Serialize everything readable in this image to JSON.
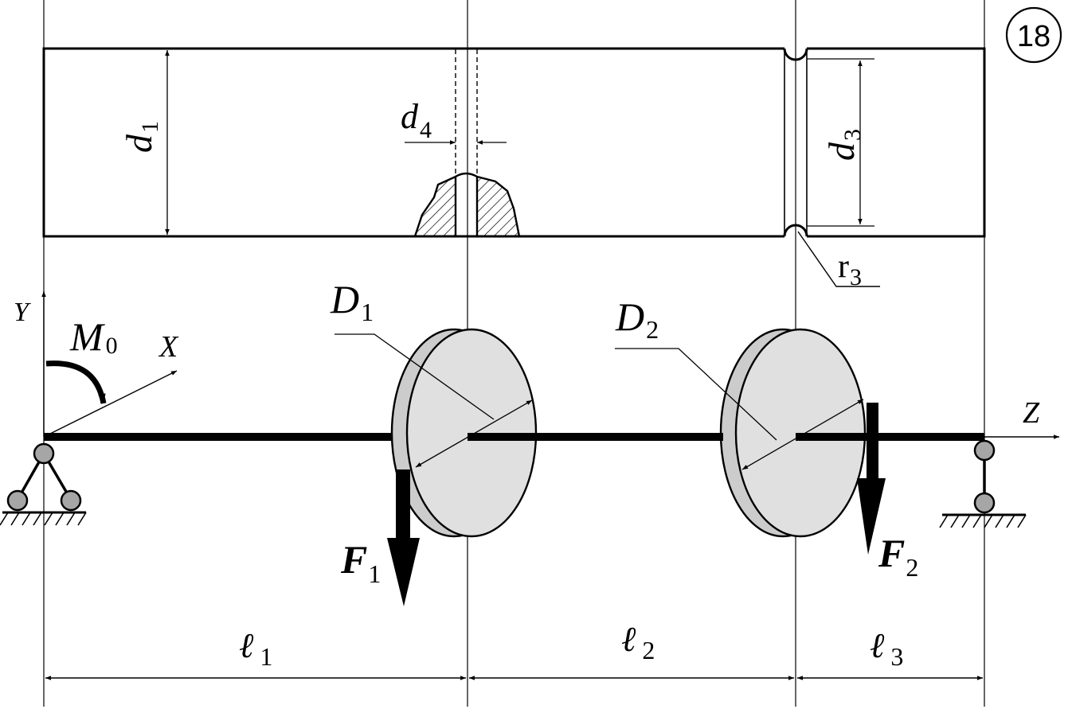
{
  "figure": {
    "number": "18"
  },
  "shaft": {
    "d1": {
      "symbol": "d",
      "sub": "1"
    },
    "d3": {
      "symbol": "d",
      "sub": "3"
    },
    "d4": {
      "symbol": "d",
      "sub": "4"
    },
    "r3": {
      "symbol": "r",
      "sub": "3"
    }
  },
  "scheme": {
    "axis_y": "Y",
    "axis_x": "X",
    "axis_z": "Z",
    "moment": {
      "symbol": "M",
      "sub": "0"
    },
    "pulley1": {
      "symbol": "D",
      "sub": "1"
    },
    "pulley2": {
      "symbol": "D",
      "sub": "2"
    },
    "force1": {
      "symbol": "F",
      "sub": "1"
    },
    "force2": {
      "symbol": "F",
      "sub": "2"
    }
  },
  "spans": {
    "l1": {
      "symbol": "ℓ",
      "sub": "1"
    },
    "l2": {
      "symbol": "ℓ",
      "sub": "2"
    },
    "l3": {
      "symbol": "ℓ",
      "sub": "3"
    }
  },
  "colors": {
    "line": "#000000",
    "disk_fill": "#e0e0e0",
    "disk_side": "#cccccc",
    "joint_fill": "#a6a6a6"
  }
}
